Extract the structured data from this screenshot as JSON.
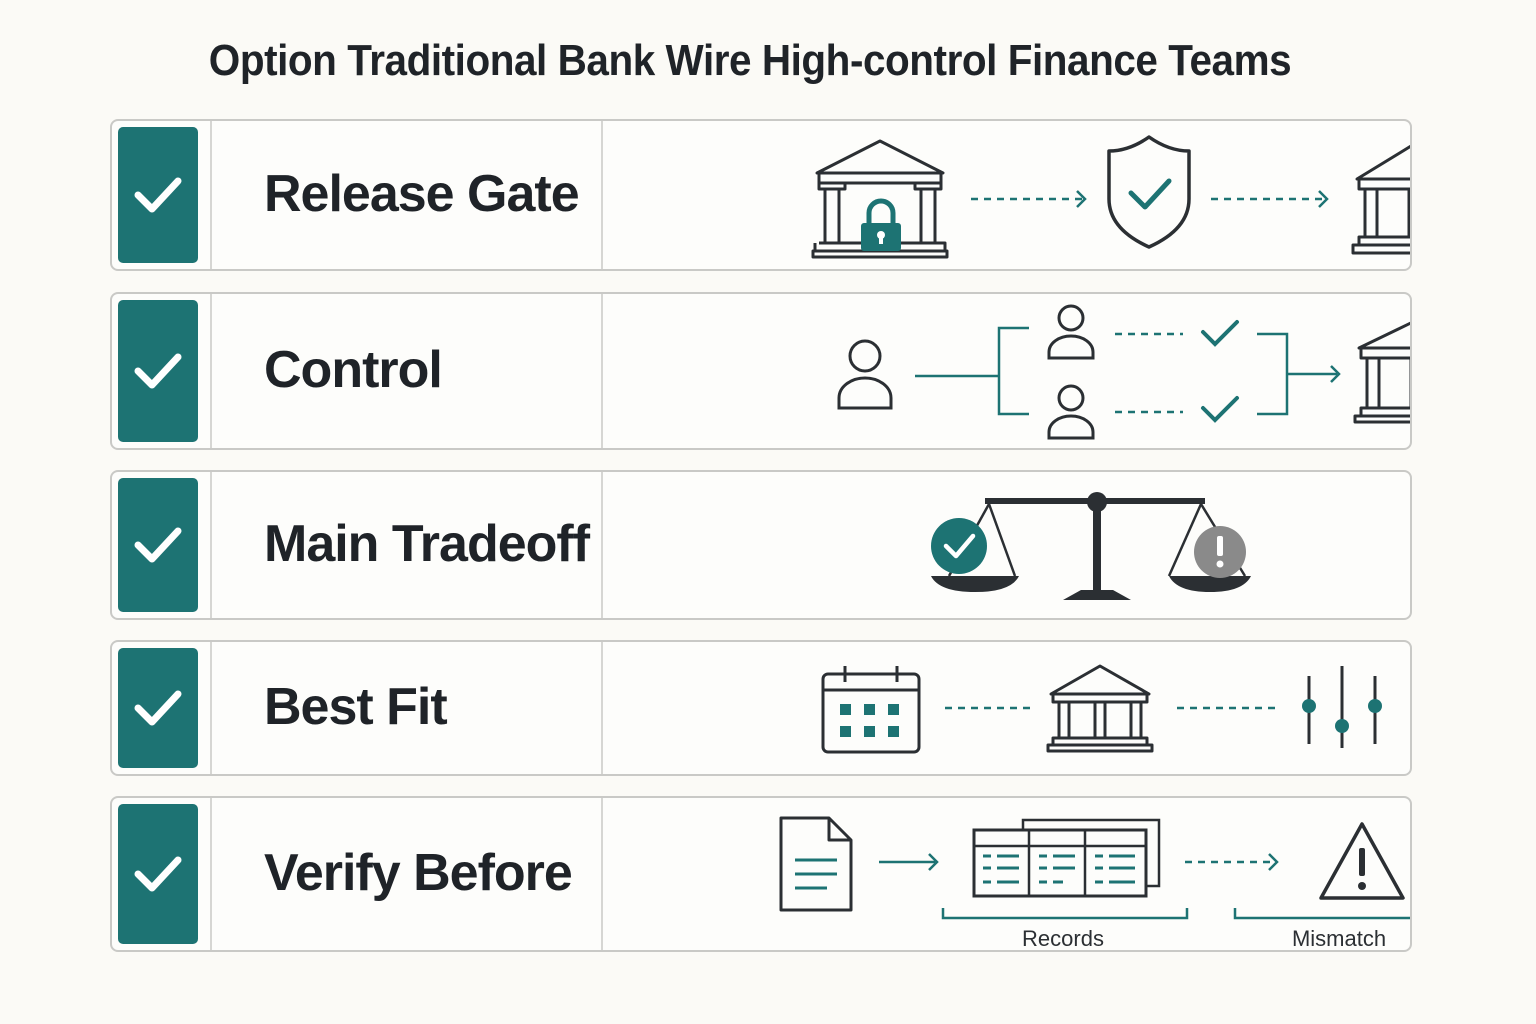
{
  "title": "Option Traditional Bank Wire High-control Finance Teams",
  "rows": [
    {
      "label": "Release Gate"
    },
    {
      "label": "Control"
    },
    {
      "label": "Main Tradeoff"
    },
    {
      "label": "Best Fit"
    },
    {
      "label": "Verify Before"
    }
  ],
  "captions": {
    "records": "Records",
    "mismatch": "Mismatch"
  },
  "colors": {
    "accent": "#1d7373",
    "ink": "#2b2f33",
    "border": "#c9c9c6",
    "warning_gray": "#8a8a8a"
  },
  "icons": {
    "release_gate": [
      "locked-bank-icon",
      "dashed-arrow-icon",
      "shield-check-icon",
      "dashed-arrow-icon",
      "bank-icon"
    ],
    "control": [
      "user-icon",
      "approver-user-icon",
      "approver-user-icon",
      "check-icon",
      "check-icon",
      "arrow-icon",
      "bank-icon"
    ],
    "main_tradeoff": [
      "balance-scale-icon",
      "check-circle-icon",
      "alert-circle-icon"
    ],
    "best_fit": [
      "calendar-icon",
      "bank-icon",
      "sliders-icon"
    ],
    "verify_before": [
      "document-icon",
      "arrow-icon",
      "records-table-icon",
      "dashed-arrow-icon",
      "warning-triangle-icon"
    ]
  }
}
